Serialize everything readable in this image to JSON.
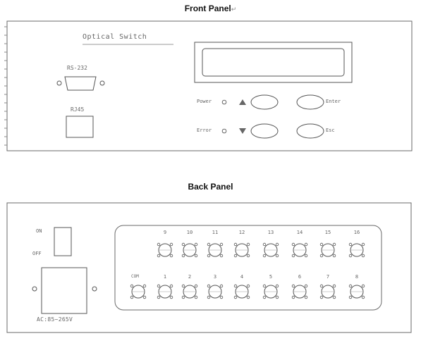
{
  "front_panel": {
    "title": "Front Panel",
    "title_mark": "↵",
    "brand": "Optical Switch",
    "rs232_label": "RS-232",
    "rj45_label": "RJ45",
    "power_label": "Power",
    "error_label": "Error",
    "enter_label": "Enter",
    "esc_label": "Esc"
  },
  "back_panel": {
    "title": "Back Panel",
    "on_label": "ON",
    "off_label": "OFF",
    "ac_label": "AC:85~265V",
    "com_label": "COM",
    "top_row_ports": [
      "9",
      "10",
      "11",
      "12",
      "13",
      "14",
      "15",
      "16"
    ],
    "bottom_row_ports": [
      "1",
      "2",
      "3",
      "4",
      "5",
      "6",
      "7",
      "8"
    ]
  }
}
